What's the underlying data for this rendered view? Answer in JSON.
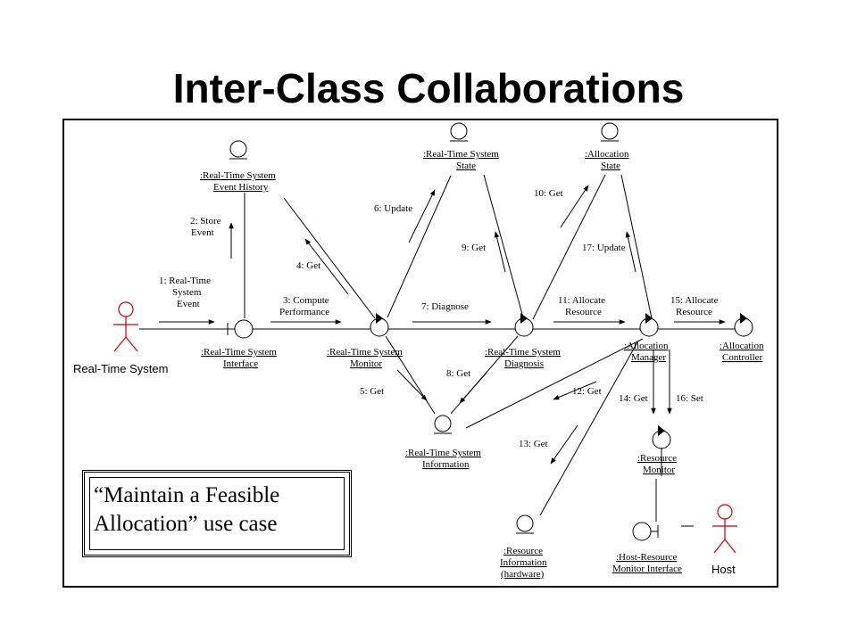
{
  "title": "Inter-Class Collaborations",
  "actors": {
    "rts": "Real-Time System",
    "host": "Host"
  },
  "objects": {
    "event_history": [
      ":Real-Time System",
      "Event History"
    ],
    "rts_state": [
      ":Real-Time System",
      "State"
    ],
    "alloc_state": [
      ":Allocation",
      "State"
    ],
    "rts_interface": [
      ":Real-Time System",
      "Interface"
    ],
    "rts_monitor": [
      ":Real-Time System",
      "Monitor"
    ],
    "rts_diagnosis": [
      ":Real-Time System",
      "Diagnosis"
    ],
    "alloc_manager": [
      ":Allocation",
      "Manager"
    ],
    "alloc_controller": [
      ":Allocation",
      "Controller"
    ],
    "rts_information": [
      ":Real-Time System",
      "Information"
    ],
    "resource_monitor": [
      ":Resource",
      "Monitor"
    ],
    "resource_info": [
      ":Resource",
      "Information",
      "(hardware)"
    ],
    "host_resource_iface": [
      ":Host-Resource",
      "Monitor Interface"
    ]
  },
  "messages": {
    "m1": [
      "1: Real-Time",
      "System",
      "Event"
    ],
    "m2": [
      "2: Store",
      "Event"
    ],
    "m3": [
      "3: Compute",
      "Performance"
    ],
    "m4": "4: Get",
    "m5": "5: Get",
    "m6": "6: Update",
    "m7": "7: Diagnose",
    "m8": "8: Get",
    "m9": "9: Get",
    "m10": "10: Get",
    "m11": [
      "11: Allocate",
      "Resource"
    ],
    "m12": "12: Get",
    "m13": "13: Get",
    "m14": "14: Get",
    "m15": [
      "15: Allocate",
      "Resource"
    ],
    "m16": "16: Set",
    "m17": "17: Update"
  },
  "note": {
    "line1": "“Maintain a Feasible",
    "line2": "Allocation” use case"
  }
}
